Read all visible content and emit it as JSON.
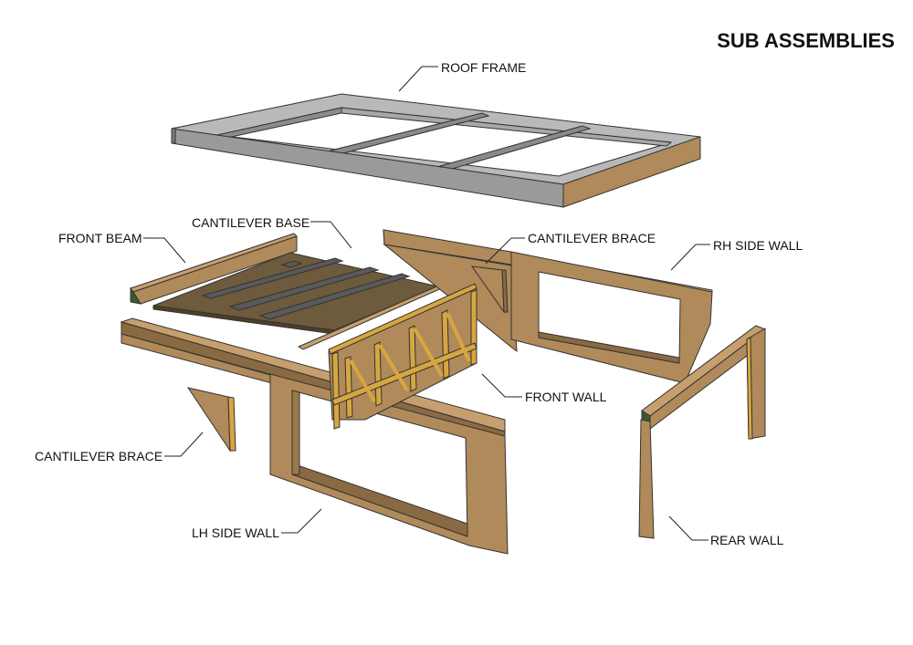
{
  "title": "SUB ASSEMBLIES",
  "labels": {
    "roof_frame": "ROOF FRAME",
    "cantilever_base": "CANTILEVER BASE",
    "front_beam": "FRONT BEAM",
    "cantilever_brace_right": "CANTILEVER BRACE",
    "rh_side_wall": "RH SIDE WALL",
    "front_wall": "FRONT WALL",
    "cantilever_brace_left": "CANTILEVER BRACE",
    "lh_side_wall": "LH SIDE WALL",
    "rear_wall": "REAR WALL"
  },
  "colors": {
    "timber": "#b08a5a",
    "timber_dark": "#8a6a42",
    "roof_grey": "#9a9a9a",
    "board": "#6e5a3c",
    "stud": "#d8a640"
  }
}
